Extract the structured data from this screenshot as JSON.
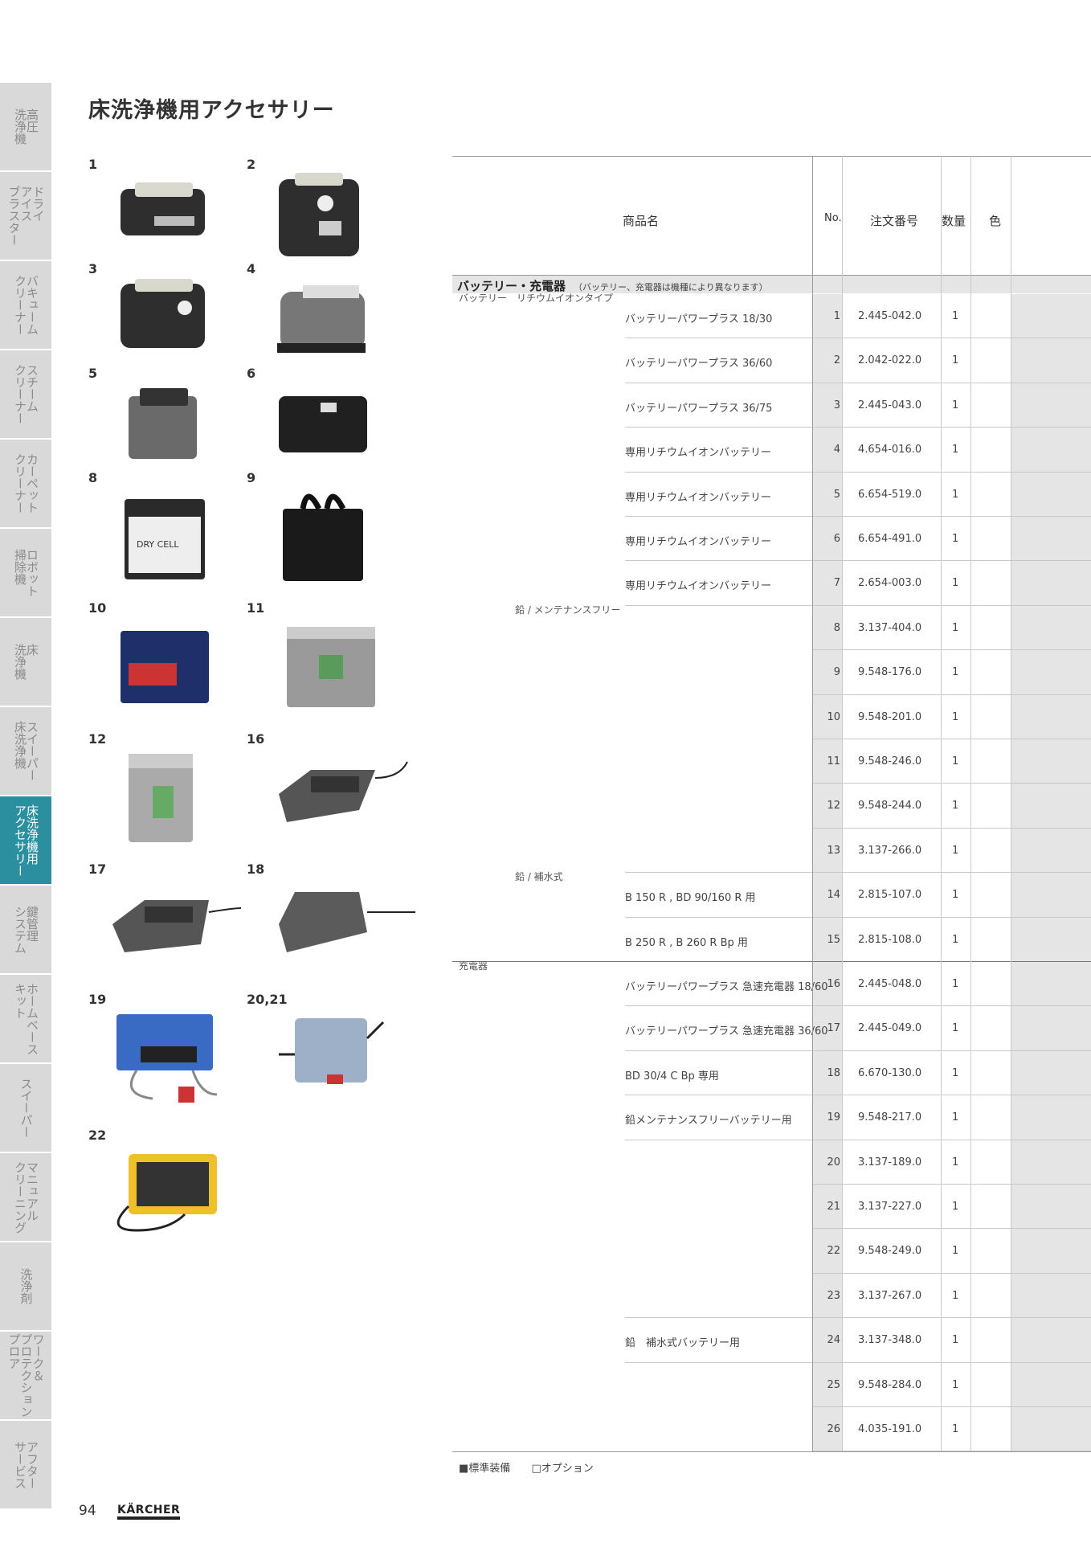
{
  "side_tabs": [
    {
      "label": "高圧\n洗浄機"
    },
    {
      "label": "ドライ\nアイス\nブラスター"
    },
    {
      "label": "バキューム\nクリーナー"
    },
    {
      "label": "スチーム\nクリーナー"
    },
    {
      "label": "カーペット\nクリーナー"
    },
    {
      "label": "ロボット\n掃除機"
    },
    {
      "label": "床\n洗浄機"
    },
    {
      "label": "スイーパー\n床洗浄機"
    },
    {
      "label": "床洗浄機用\nアクセサリー",
      "active": true
    },
    {
      "label": "鍵管理\nシステム"
    },
    {
      "label": "ホームベース\nキット"
    },
    {
      "label": "スイーパー"
    },
    {
      "label": "マニュアル\nクリーニング"
    },
    {
      "label": "洗浄剤"
    },
    {
      "label": "ワーク＆\nプロテクション\nプロア"
    },
    {
      "label": "アフター\nサービス"
    }
  ],
  "title": "床洗浄機用アクセサリー",
  "photos": [
    {
      "num": "1"
    },
    {
      "num": "2"
    },
    {
      "num": "3"
    },
    {
      "num": "4"
    },
    {
      "num": "5"
    },
    {
      "num": "6"
    },
    {
      "num": "8"
    },
    {
      "num": "9"
    },
    {
      "num": "10"
    },
    {
      "num": "11"
    },
    {
      "num": "12"
    },
    {
      "num": "16"
    },
    {
      "num": "17"
    },
    {
      "num": "18"
    },
    {
      "num": "19"
    },
    {
      "num": "20,21"
    },
    {
      "num": "22"
    }
  ],
  "table": {
    "headers": {
      "name": "商品名",
      "no": "No.",
      "order": "注文番号",
      "qty": "数量",
      "color": "色"
    },
    "section": {
      "label": "バッテリー・充電器",
      "note": "（バッテリー、充電器は機種により異なります）"
    },
    "groups": [
      {
        "text": "バッテリー　リチウムイオンタイプ"
      },
      {
        "text": "鉛 / メンテナンスフリー"
      },
      {
        "text": "鉛 / 補水式"
      },
      {
        "text": "充電器"
      }
    ],
    "rows": [
      {
        "name": "バッテリーパワープラス 18/30",
        "no": "1",
        "order": "2.445-042.0",
        "qty": "1"
      },
      {
        "name": "バッテリーパワープラス 36/60",
        "no": "2",
        "order": "2.042-022.0",
        "qty": "1"
      },
      {
        "name": "バッテリーパワープラス 36/75",
        "no": "3",
        "order": "2.445-043.0",
        "qty": "1"
      },
      {
        "name": "専用リチウムイオンバッテリー",
        "no": "4",
        "order": "4.654-016.0",
        "qty": "1"
      },
      {
        "name": "専用リチウムイオンバッテリー",
        "no": "5",
        "order": "6.654-519.0",
        "qty": "1"
      },
      {
        "name": "専用リチウムイオンバッテリー",
        "no": "6",
        "order": "6.654-491.0",
        "qty": "1"
      },
      {
        "name": "専用リチウムイオンバッテリー",
        "no": "7",
        "order": "2.654-003.0",
        "qty": "1"
      },
      {
        "name": "",
        "no": "8",
        "order": "3.137-404.0",
        "qty": "1"
      },
      {
        "name": "",
        "no": "9",
        "order": "9.548-176.0",
        "qty": "1"
      },
      {
        "name": "",
        "no": "10",
        "order": "9.548-201.0",
        "qty": "1"
      },
      {
        "name": "",
        "no": "11",
        "order": "9.548-246.0",
        "qty": "1"
      },
      {
        "name": "",
        "no": "12",
        "order": "9.548-244.0",
        "qty": "1"
      },
      {
        "name": "",
        "no": "13",
        "order": "3.137-266.0",
        "qty": "1"
      },
      {
        "name": "B 150 R , BD 90/160 R 用",
        "no": "14",
        "order": "2.815-107.0",
        "qty": "1"
      },
      {
        "name": "B 250 R , B 260 R Bp 用",
        "no": "15",
        "order": "2.815-108.0",
        "qty": "1"
      },
      {
        "name": "バッテリーパワープラス 急速充電器 18/60",
        "no": "16",
        "order": "2.445-048.0",
        "qty": "1"
      },
      {
        "name": "バッテリーパワープラス 急速充電器 36/60",
        "no": "17",
        "order": "2.445-049.0",
        "qty": "1"
      },
      {
        "name": "BD 30/4 C Bp 専用",
        "no": "18",
        "order": "6.670-130.0",
        "qty": "1"
      },
      {
        "name": "鉛メンテナンスフリーバッテリー用",
        "no": "19",
        "order": "9.548-217.0",
        "qty": "1"
      },
      {
        "name": "",
        "no": "20",
        "order": "3.137-189.0",
        "qty": "1"
      },
      {
        "name": "",
        "no": "21",
        "order": "3.137-227.0",
        "qty": "1"
      },
      {
        "name": "",
        "no": "22",
        "order": "9.548-249.0",
        "qty": "1"
      },
      {
        "name": "",
        "no": "23",
        "order": "3.137-267.0",
        "qty": "1"
      },
      {
        "name": "鉛　補水式バッテリー用",
        "no": "24",
        "order": "3.137-348.0",
        "qty": "1"
      },
      {
        "name": "",
        "no": "25",
        "order": "9.548-284.0",
        "qty": "1"
      },
      {
        "name": "",
        "no": "26",
        "order": "4.035-191.0",
        "qty": "1"
      }
    ]
  },
  "legend": {
    "standard": "■標準装備",
    "option": "□オプション"
  },
  "page_number": "94",
  "logo": "KÄRCHER",
  "colors": {
    "active_tab": "#2b8fa0",
    "tab": "#d9d9d9",
    "shade": "#e5e5e5"
  }
}
